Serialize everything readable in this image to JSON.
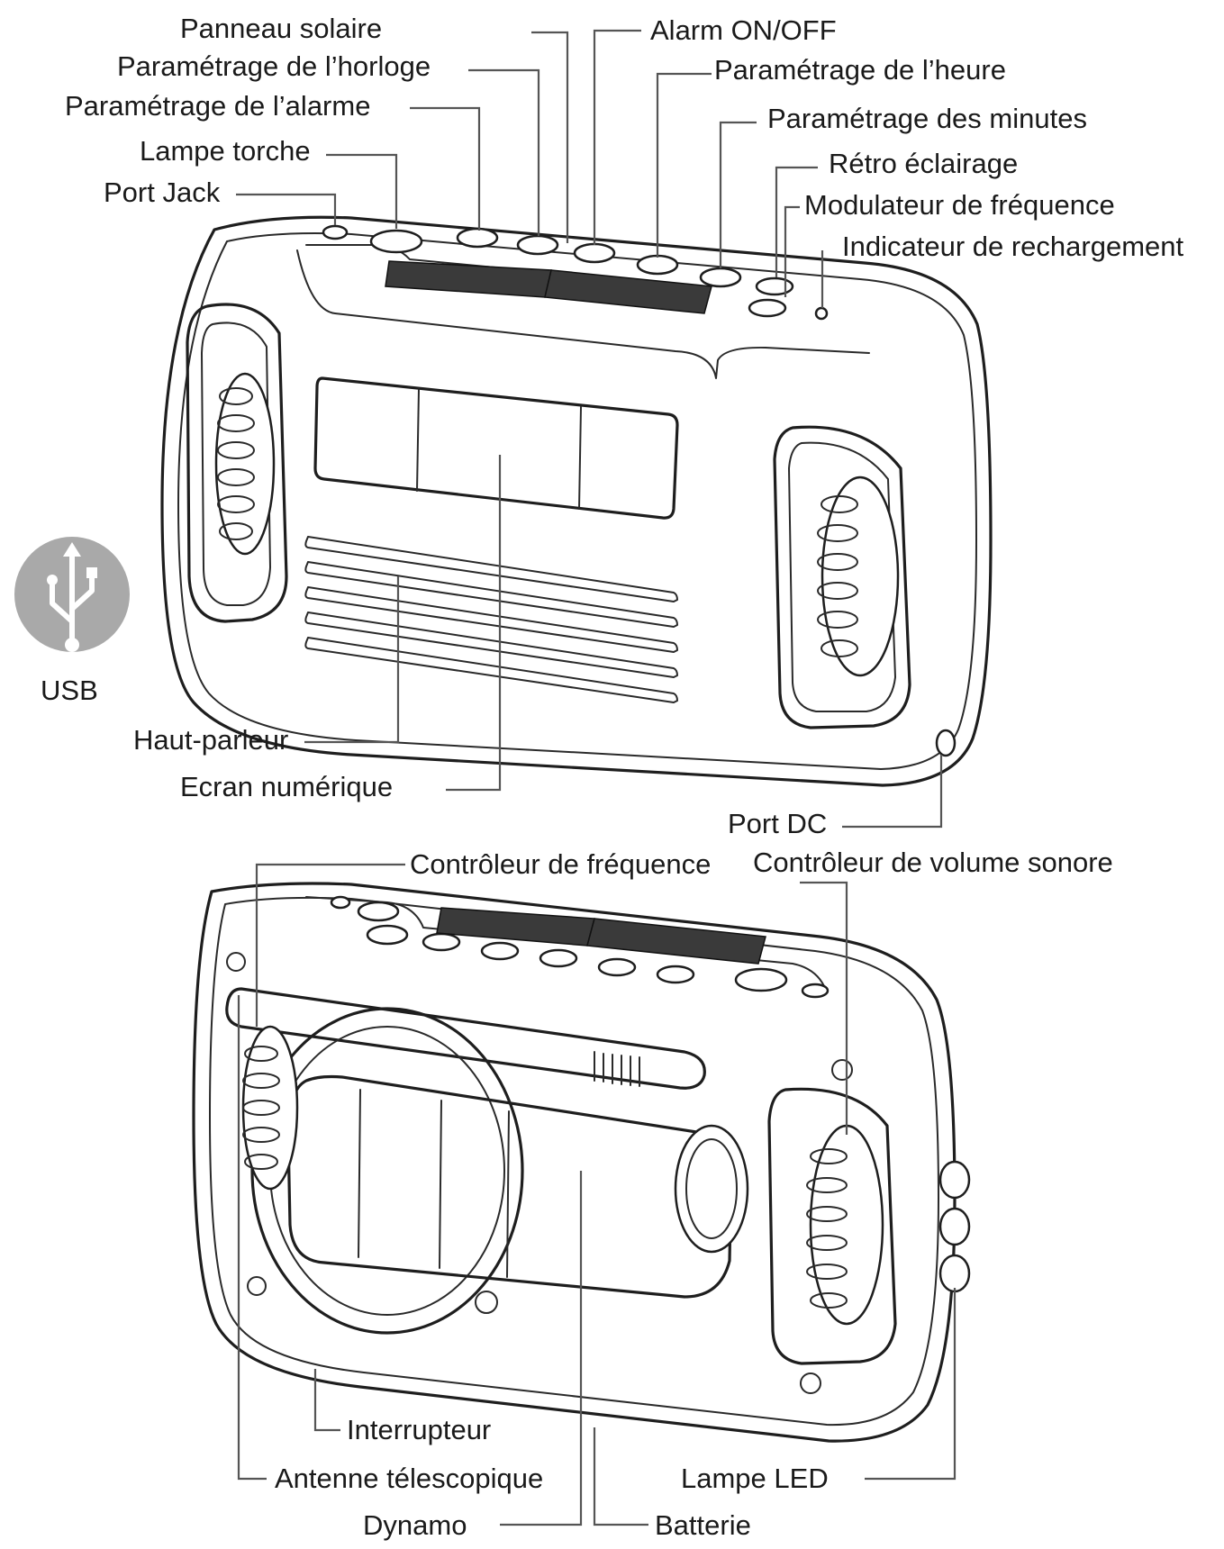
{
  "labels": {
    "panneau_solaire": "Panneau solaire",
    "parametrage_horloge": "Paramétrage de l’horloge",
    "parametrage_alarme": "Paramétrage de l’alarme",
    "lampe_torche": "Lampe torche",
    "port_jack": "Port Jack",
    "alarm_on_off": "Alarm ON/OFF",
    "parametrage_heure": "Paramétrage de l’heure",
    "parametrage_minutes": "Paramétrage des minutes",
    "retro_eclairage": "Rétro éclairage",
    "modulateur_frequence": "Modulateur de fréquence",
    "indicateur_rechargement": "Indicateur de rechargement",
    "usb": "USB",
    "haut_parleur": "Haut-parleur",
    "ecran_numerique": "Ecran numérique",
    "port_dc": "Port DC",
    "controleur_frequence": "Contrôleur de fréquence",
    "controleur_volume": "Contrôleur de volume sonore",
    "interrupteur": "Interrupteur",
    "antenne_telescopique": "Antenne télescopique",
    "dynamo": "Dynamo",
    "lampe_led": "Lampe LED",
    "batterie": "Batterie"
  },
  "colors": {
    "line": "#555555",
    "outline": "#1e1e1e",
    "usb_badge": "#a9a9a9"
  },
  "icons": {
    "usb": "usb-icon"
  }
}
